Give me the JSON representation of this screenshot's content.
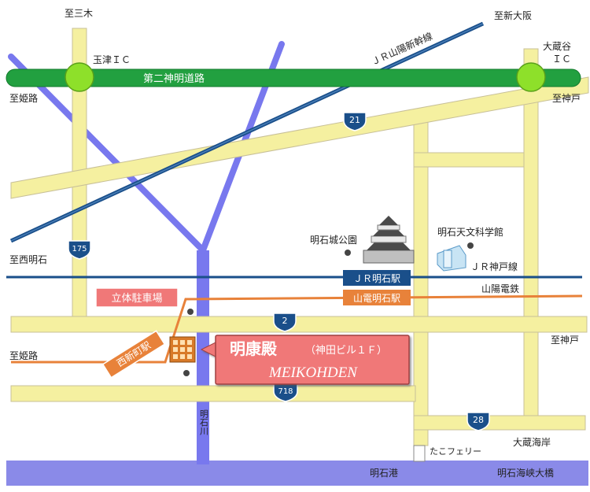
{
  "labels": {
    "to_sanbongi": "至三木",
    "tamatsu_ic": "玉津ＩＣ",
    "to_himeji_top": "至姫路",
    "daini_shinmei": "第二神明道路",
    "jr_sanyo_shinkansen": "ＪＲ山陽新幹線",
    "to_shin_osaka": "至新大阪",
    "okuradani_ic_1": "大蔵谷",
    "okuradani_ic_2": "ＩＣ",
    "to_kobe_top": "至神戸",
    "to_nishi_akashi": "至西明石",
    "akashi_castle_park": "明石城公園",
    "akashi_planetarium": "明石天文科学館",
    "jr_kobe_line": "ＪＲ神戸線",
    "jr_akashi_station": "ＪＲ明石駅",
    "sanyo_dentetsu": "山陽電鉄",
    "sanden_akashi_station": "山電明石駅",
    "parking": "立体駐車場",
    "nishi_shinmachi_station": "西新町駅",
    "to_himeji_bottom": "至姫路",
    "to_kobe_mid": "至神戸",
    "venue_name": "明康殿",
    "venue_sub": "（神田ビル１Ｆ）",
    "venue_en": "MEIKOHDEN",
    "akashi_river": "明石川",
    "tako_ferry": "たこフェリー",
    "okura_kaigan": "大蔵海岸",
    "akashi_port": "明石港",
    "akashi_kaikyo_bridge": "明石海峡大橋"
  },
  "route_shields": {
    "r21": "21",
    "r175": "175",
    "r2": "2",
    "r718": "718",
    "r28": "28"
  },
  "colors": {
    "road": "#f5f0a0",
    "road_edge": "#c8c098",
    "expressway": "#22a040",
    "ic_circle": "#8ee02a",
    "shinkansen": "#1a4f8a",
    "jr_line": "#1a4f8a",
    "sanyo_line": "#e8823a",
    "river": "#7878ee",
    "sea": "#8a8ae8",
    "shield": "#1a4f8a",
    "venue_box": "#f07878"
  }
}
